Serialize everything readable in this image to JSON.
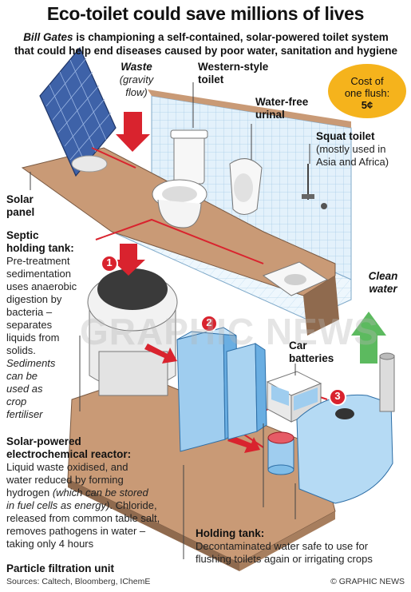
{
  "title": "Eco-toilet could save millions of lives",
  "subtitle_name": "Bill Gates",
  "subtitle_rest_1": " is championing a self-contained, solar-powered toilet system",
  "subtitle_line2": "that could help end diseases caused by poor water, sanitation and hygiene",
  "cost": {
    "line1": "Cost of",
    "line2": "one flush:",
    "value": "5¢"
  },
  "waste": {
    "title": "Waste",
    "line1": "(gravity",
    "line2": "flow)"
  },
  "western_toilet": {
    "line1": "Western-style",
    "line2": "toilet"
  },
  "urinal": {
    "line1": "Water-free",
    "line2": "urinal"
  },
  "squat": {
    "title": "Squat toilet",
    "line1": "(mostly used in",
    "line2": "Asia and Africa)"
  },
  "solar": {
    "line1": "Solar",
    "line2": "panel"
  },
  "septic": {
    "title1": "Septic",
    "title2": "holding tank:",
    "lines": [
      "Pre-treatment",
      "sedimentation",
      "uses anaerobic",
      "digestion by",
      "bacteria –",
      "separates",
      "liquids from",
      "solids."
    ],
    "italic_lines": [
      "Sediments",
      "can be",
      "used as",
      "crop",
      "fertiliser"
    ]
  },
  "clean_water": {
    "line1": "Clean",
    "line2": "water"
  },
  "batteries": {
    "line1": "Car",
    "line2": "batteries"
  },
  "reactor": {
    "title1": "Solar-powered",
    "title2": "electrochemical reactor:",
    "line1": "Liquid waste oxidised, and",
    "line2": "water reduced by forming",
    "line3a": "hydrogen ",
    "line3b": "(which can be stored",
    "line4a": "in fuel cells as energy)",
    "line4b": ". Chloride,",
    "line5": "released from common table salt,",
    "line6": "removes pathogens in water –",
    "line7": "taking only 4 hours"
  },
  "holding": {
    "title": "Holding tank:",
    "line1": "Decontaminated water safe to use for",
    "line2": "flushing toilets again or irrigating crops"
  },
  "filtration": "Particle filtration unit",
  "sources": "Sources: Caltech, Bloomberg, IChemE",
  "credit": "© GRAPHIC NEWS",
  "watermark": "GRAPHIC NEWS",
  "badges": [
    "1",
    "2",
    "3"
  ],
  "colors": {
    "accent_red": "#d9232e",
    "cost_bubble": "#f5b31c",
    "arrow_green": "#4caf50",
    "tank_blue": "#9fcdef"
  }
}
